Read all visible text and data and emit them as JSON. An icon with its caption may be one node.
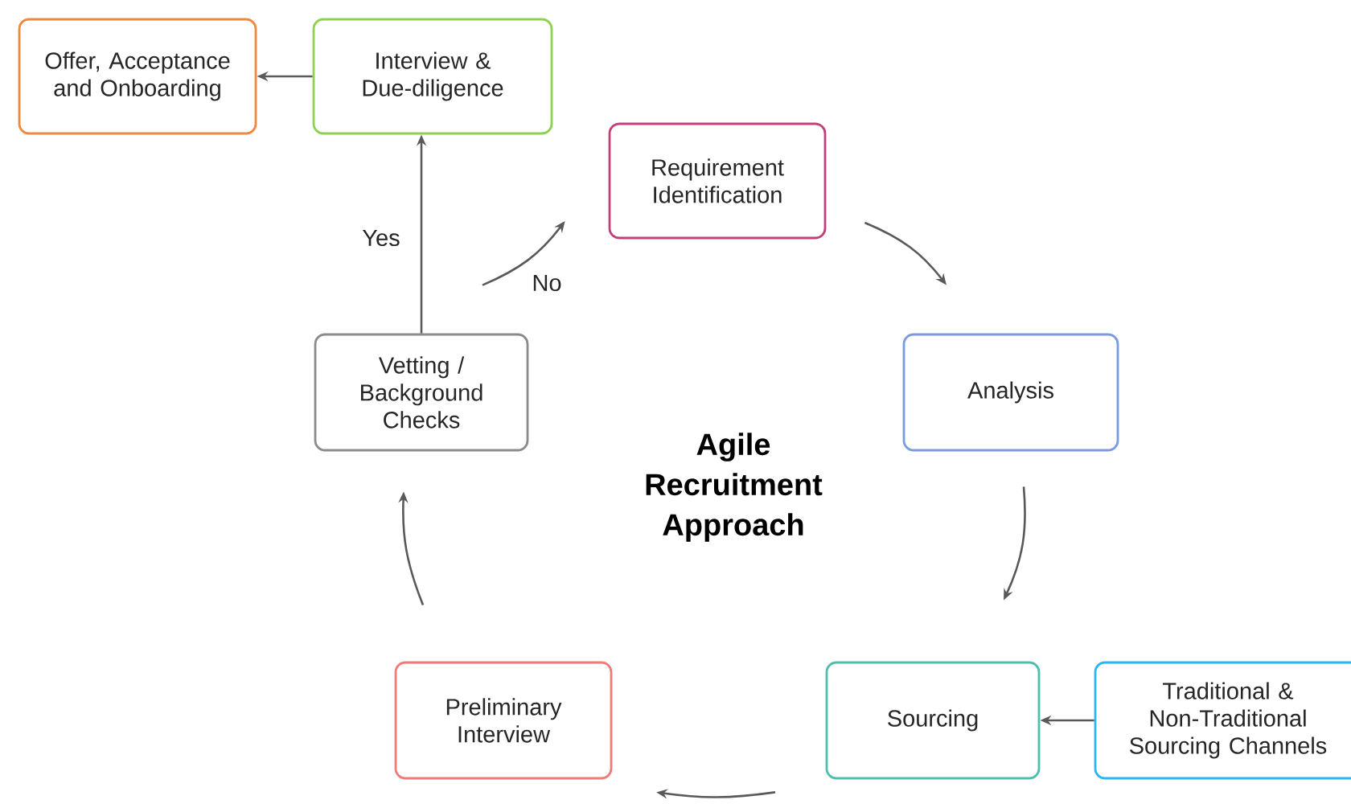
{
  "diagram": {
    "title": "Agile Recruitment Approach",
    "nodes": [
      {
        "text": [
          "Offer, Acceptance and Onboarding"
        ]
      },
      {
        "text": [
          "Interview & Due-diligence"
        ]
      },
      {
        "text": [
          "Requirement Identification"
        ]
      },
      {
        "text": [
          "Vetting / Background Checks"
        ]
      },
      {
        "text": [
          "Analysis"
        ]
      },
      {
        "text": [
          "Preliminary Interview"
        ]
      },
      {
        "text": [
          "Sourcing"
        ]
      },
      {
        "text": [
          "Traditional & Non-Traditional Sourcing Channels"
        ]
      }
    ],
    "edges": [
      {
        "from": 1,
        "to": 0,
        "arrow": "to"
      },
      {
        "from": 3,
        "to": 1,
        "arrow": "to",
        "label": "Yes"
      },
      {
        "from": 3,
        "to": 2,
        "arrow": "to",
        "label": "No"
      },
      {
        "from": 2,
        "to": 4,
        "arrow": "to"
      },
      {
        "from": 4,
        "to": 6,
        "arrow": "to"
      },
      {
        "from": 7,
        "to": 6,
        "arrow": "to"
      },
      {
        "from": 6,
        "to": 5,
        "arrow": "to"
      },
      {
        "from": 5,
        "to": 3,
        "arrow": "to"
      }
    ]
  }
}
